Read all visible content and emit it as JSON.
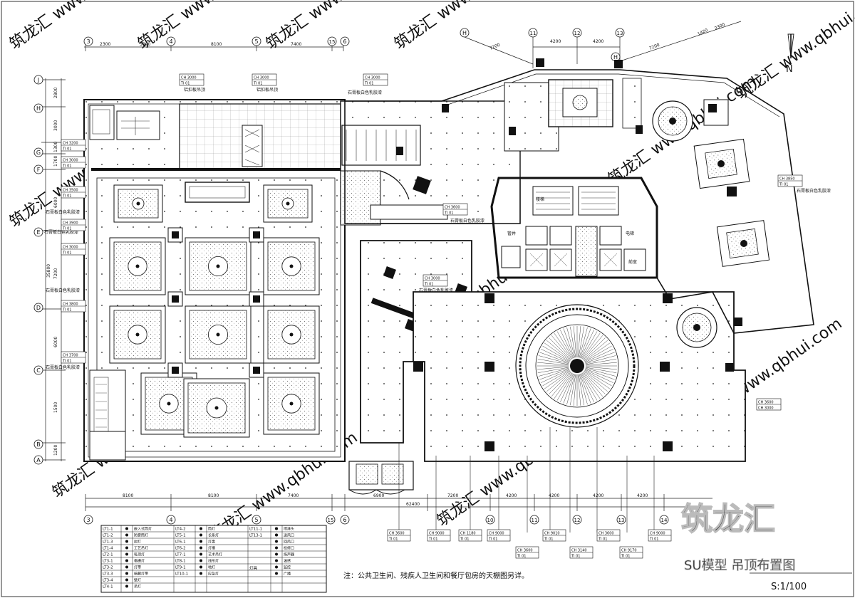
{
  "north": {
    "label": "N"
  },
  "scale": {
    "text": "S:1/100"
  },
  "title": {
    "text": "SU模型 吊顶布置图"
  },
  "watermark": {
    "brand": "筑龙汇",
    "site": "www.qbhui.com",
    "tile": "筑龙汇 www.qbhui.com"
  },
  "note": {
    "text": "注：公共卫生间、残疾人卫生间和餐厅包房的天棚图另详。"
  },
  "grid": {
    "top_labels": [
      "3",
      "4",
      "5",
      "15",
      "6",
      "H",
      "11",
      "12",
      "13",
      "H"
    ],
    "top_dims": [
      "2300",
      "5800",
      "8100",
      "7400",
      "7200",
      "4200",
      "4200",
      "7200",
      "1420",
      "2300"
    ],
    "left_labels": [
      "J",
      "H",
      "G",
      "F",
      "E",
      "D",
      "C",
      "B",
      "A"
    ],
    "left_dims": [
      "2800",
      "3000",
      "1300",
      "1700",
      "6000",
      "7200",
      "6000",
      "1500",
      "1200"
    ],
    "left_total": "35800",
    "bottom_labels": [
      "3",
      "4",
      "5",
      "15",
      "6",
      "10",
      "11",
      "12",
      "13",
      "14"
    ],
    "bottom_dims": [
      "8100",
      "8100",
      "7400",
      "6900",
      "7200",
      "4200",
      "4200",
      "4200",
      "4200"
    ],
    "bottom_total": "62400"
  },
  "room_labels": {
    "corridor_1": "铝扣板吊顶",
    "corridor_2": "铝扣板吊顶",
    "lobby_top": "石膏板白色乳胶漆",
    "hall_left_1": "石膏板白色乳胶漆",
    "hall_left_2": "石膏板白色乳胶漆",
    "hall_left_3": "石膏板白色乳胶漆",
    "hall_left_4": "石膏板白色乳胶漆",
    "center_1": "石膏板白色乳胶漆",
    "center_2": "石膏板白色乳胶漆",
    "east_1": "石膏板白色乳胶漆",
    "core_1": "管井",
    "core_2": "电梯",
    "core_3": "前室",
    "core_4": "楼梯"
  },
  "tags": {
    "t1": [
      "CH 3000",
      "TI 01"
    ],
    "t2": [
      "CH 3000",
      "TI 01"
    ],
    "t3": [
      "CH 3000",
      "TI 01"
    ],
    "t4": [
      "CH 3200",
      "TI 01"
    ],
    "t5": [
      "CH 3000",
      "TI 01"
    ],
    "t6": [
      "CH 3500",
      "TI 01"
    ],
    "t7": [
      "CH 3900",
      "TI 01"
    ],
    "t8": [
      "CH 3000",
      "TI 01"
    ],
    "t9": [
      "CH 3800",
      "TI 01"
    ],
    "t10": [
      "CH 3700",
      "TI 01"
    ],
    "t11": [
      "CH 3600",
      "TI 01"
    ],
    "t12": [
      "CH 3000",
      "TI 01"
    ],
    "t13": [
      "CH 3850",
      "TI 01"
    ],
    "t14": [
      "CH 3600",
      "CH 3000"
    ]
  },
  "bottom_tags": [
    [
      "CH 3600",
      "TI 01"
    ],
    [
      "CH 9000",
      "TI 01"
    ],
    [
      "CH 1180",
      "TI 01"
    ],
    [
      "CH 9000",
      "TI 01"
    ],
    [
      "CH 3600",
      "TI 01"
    ],
    [
      "CH 9010",
      "TI 01"
    ],
    [
      "CH 3140",
      "TI 01"
    ],
    [
      "CH 3600",
      "TI 01"
    ],
    [
      "CH 9170",
      "TI 01"
    ],
    [
      "CH 9000",
      "TI 01"
    ]
  ],
  "legend": {
    "col1": [
      {
        "code": "LT1-1",
        "desc": "嵌入式筒灯"
      },
      {
        "code": "LT1-2",
        "desc": "防雾筒灯"
      },
      {
        "code": "LT1-3",
        "desc": "射灯"
      },
      {
        "code": "LT1-4",
        "desc": "工艺吊灯"
      },
      {
        "code": "LT2-1",
        "desc": "吸顶灯"
      },
      {
        "code": "LT3-1",
        "desc": "格栅灯"
      },
      {
        "code": "LT3-2",
        "desc": "灯带"
      },
      {
        "code": "LT3-3",
        "desc": "暗藏灯带"
      },
      {
        "code": "LT3-4",
        "desc": "壁灯"
      },
      {
        "code": "LT4-1",
        "desc": "吊灯"
      }
    ],
    "col2": [
      {
        "code": "LT4-2",
        "desc": "筒灯"
      },
      {
        "code": "LT5-1",
        "desc": "长条灯"
      },
      {
        "code": "LT6-1",
        "desc": "灯盘"
      },
      {
        "code": "LT6-2",
        "desc": "灯槽"
      },
      {
        "code": "LT7-1",
        "desc": "艺术吊灯"
      },
      {
        "code": "LT8-1",
        "desc": "线形灯"
      },
      {
        "code": "LT9-1",
        "desc": "地灯"
      },
      {
        "code": "LT10-1",
        "desc": "应急灯"
      }
    ],
    "col3": [
      {
        "code": "LT11-1",
        "desc": "排气扇"
      },
      {
        "code": "LT13-1",
        "desc": "烟感"
      }
    ],
    "col4": [
      {
        "code": "",
        "desc": "喷淋头"
      },
      {
        "code": "",
        "desc": "送风口"
      },
      {
        "code": "",
        "desc": "回风口"
      },
      {
        "code": "",
        "desc": "检修口"
      },
      {
        "code": "",
        "desc": "扬声器"
      },
      {
        "code": "",
        "desc": "温感"
      },
      {
        "code": "",
        "desc": "监控"
      },
      {
        "code": "",
        "desc": "广播"
      }
    ],
    "group_label": "灯具"
  }
}
